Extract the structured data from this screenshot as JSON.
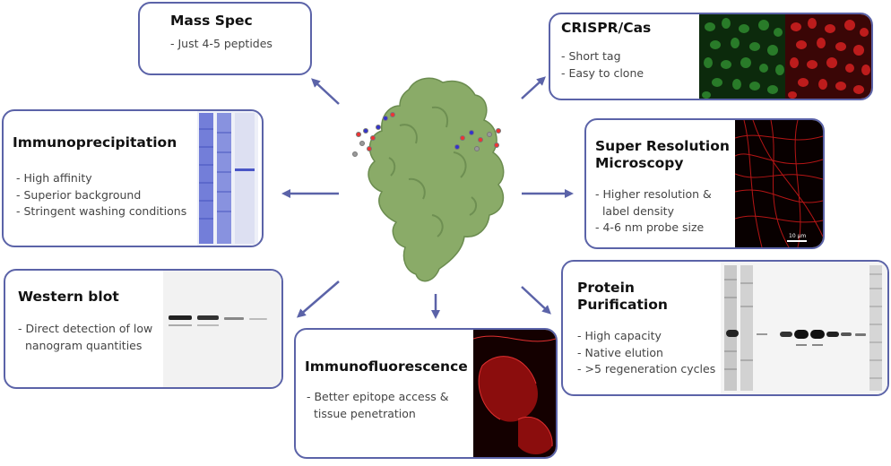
{
  "modules": {
    "mass_spec": {
      "title": "Mass Spec",
      "bullets": [
        "- Just 4-5 peptides"
      ]
    },
    "crispr": {
      "title": "CRISPR/Cas",
      "bullets": [
        "- Short tag",
        "- Easy to clone"
      ]
    },
    "immunoprecipitation": {
      "title": "Immunoprecipitation",
      "bullets": [
        "- High affinity",
        "- Superior background",
        "- Stringent washing conditions"
      ]
    },
    "super_resolution": {
      "title_lines": [
        "Super Resolution",
        "Microscopy"
      ],
      "bullets": [
        "- Higher resolution &",
        "  label density",
        "- 4-6 nm probe size"
      ],
      "scale_label": "10 μm"
    },
    "western_blot": {
      "title": "Western blot",
      "bullets": [
        "- Direct detection of low",
        "  nanogram quantities"
      ]
    },
    "immunofluorescence": {
      "title": "Immunofluorescence",
      "bullets": [
        "- Better epitope access &",
        "  tissue penetration"
      ]
    },
    "protein_purification": {
      "title_lines": [
        "Protein",
        "Purification"
      ],
      "bullets": [
        "- High capacity",
        "- Native elution",
        "- >5 regeneration cycles"
      ]
    }
  },
  "colors": {
    "border": "#5b63a8",
    "arrow": "#5b63a8",
    "protein": "#8aab68",
    "gfp": "#3fa33f",
    "rfp": "#d42222"
  }
}
